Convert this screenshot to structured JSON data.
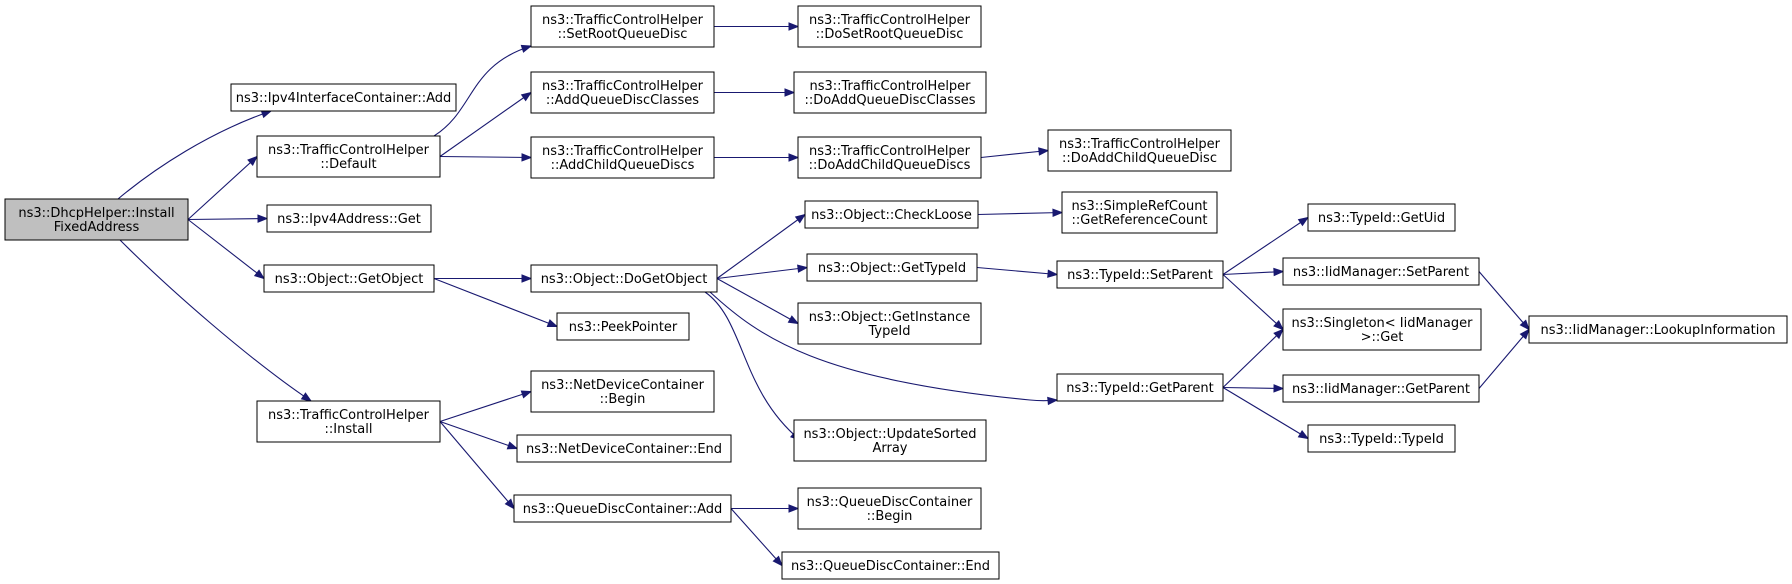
{
  "nodes": [
    {
      "id": "n0",
      "lines": [
        "ns3::DhcpHelper::Install",
        "FixedAddress"
      ],
      "root": true
    },
    {
      "id": "n1",
      "lines": [
        "ns3::Ipv4InterfaceContainer::Add"
      ]
    },
    {
      "id": "n2",
      "lines": [
        "ns3::TrafficControlHelper",
        "::Default"
      ]
    },
    {
      "id": "n3",
      "lines": [
        "ns3::Ipv4Address::Get"
      ]
    },
    {
      "id": "n4",
      "lines": [
        "ns3::Object::GetObject"
      ]
    },
    {
      "id": "n5",
      "lines": [
        "ns3::TrafficControlHelper",
        "::Install"
      ]
    },
    {
      "id": "n6",
      "lines": [
        "ns3::TrafficControlHelper",
        "::SetRootQueueDisc"
      ]
    },
    {
      "id": "n7",
      "lines": [
        "ns3::TrafficControlHelper",
        "::AddQueueDiscClasses"
      ]
    },
    {
      "id": "n8",
      "lines": [
        "ns3::TrafficControlHelper",
        "::AddChildQueueDiscs"
      ]
    },
    {
      "id": "n9",
      "lines": [
        "ns3::Object::DoGetObject"
      ]
    },
    {
      "id": "n10",
      "lines": [
        "ns3::PeekPointer"
      ]
    },
    {
      "id": "n11",
      "lines": [
        "ns3::NetDeviceContainer",
        "::Begin"
      ]
    },
    {
      "id": "n12",
      "lines": [
        "ns3::NetDeviceContainer::End"
      ]
    },
    {
      "id": "n13",
      "lines": [
        "ns3::QueueDiscContainer::Add"
      ]
    },
    {
      "id": "n14",
      "lines": [
        "ns3::TrafficControlHelper",
        "::DoSetRootQueueDisc"
      ]
    },
    {
      "id": "n15",
      "lines": [
        "ns3::TrafficControlHelper",
        "::DoAddQueueDiscClasses"
      ]
    },
    {
      "id": "n16",
      "lines": [
        "ns3::TrafficControlHelper",
        "::DoAddChildQueueDiscs"
      ]
    },
    {
      "id": "n17",
      "lines": [
        "ns3::Object::CheckLoose"
      ]
    },
    {
      "id": "n18",
      "lines": [
        "ns3::Object::GetTypeId"
      ]
    },
    {
      "id": "n19",
      "lines": [
        "ns3::Object::GetInstance",
        "TypeId"
      ]
    },
    {
      "id": "n20",
      "lines": [
        "ns3::Object::UpdateSorted",
        "Array"
      ]
    },
    {
      "id": "n21",
      "lines": [
        "ns3::QueueDiscContainer",
        "::Begin"
      ]
    },
    {
      "id": "n22",
      "lines": [
        "ns3::QueueDiscContainer::End"
      ]
    },
    {
      "id": "n23",
      "lines": [
        "ns3::TrafficControlHelper",
        "::DoAddChildQueueDisc"
      ]
    },
    {
      "id": "n24",
      "lines": [
        "ns3::SimpleRefCount",
        "::GetReferenceCount"
      ]
    },
    {
      "id": "n25",
      "lines": [
        "ns3::TypeId::SetParent"
      ]
    },
    {
      "id": "n26",
      "lines": [
        "ns3::TypeId::GetParent"
      ]
    },
    {
      "id": "n27",
      "lines": [
        "ns3::TypeId::GetUid"
      ]
    },
    {
      "id": "n28",
      "lines": [
        "ns3::IidManager::SetParent"
      ]
    },
    {
      "id": "n29",
      "lines": [
        "ns3::Singleton< IidManager",
        " >::Get"
      ]
    },
    {
      "id": "n30",
      "lines": [
        "ns3::IidManager::GetParent"
      ]
    },
    {
      "id": "n31",
      "lines": [
        "ns3::TypeId::TypeId"
      ]
    },
    {
      "id": "n32",
      "lines": [
        "ns3::IidManager::LookupInformation"
      ]
    }
  ],
  "edges": [
    [
      "n0",
      "n1"
    ],
    [
      "n0",
      "n2"
    ],
    [
      "n0",
      "n3"
    ],
    [
      "n0",
      "n4"
    ],
    [
      "n0",
      "n5"
    ],
    [
      "n2",
      "n6"
    ],
    [
      "n2",
      "n7"
    ],
    [
      "n2",
      "n8"
    ],
    [
      "n6",
      "n14"
    ],
    [
      "n7",
      "n15"
    ],
    [
      "n8",
      "n16"
    ],
    [
      "n16",
      "n23"
    ],
    [
      "n4",
      "n9"
    ],
    [
      "n4",
      "n10"
    ],
    [
      "n9",
      "n17"
    ],
    [
      "n9",
      "n18"
    ],
    [
      "n9",
      "n19"
    ],
    [
      "n9",
      "n20"
    ],
    [
      "n9",
      "n26"
    ],
    [
      "n17",
      "n24"
    ],
    [
      "n18",
      "n25"
    ],
    [
      "n25",
      "n27"
    ],
    [
      "n25",
      "n28"
    ],
    [
      "n25",
      "n29"
    ],
    [
      "n26",
      "n29"
    ],
    [
      "n26",
      "n30"
    ],
    [
      "n26",
      "n31"
    ],
    [
      "n28",
      "n32"
    ],
    [
      "n30",
      "n32"
    ],
    [
      "n5",
      "n11"
    ],
    [
      "n5",
      "n12"
    ],
    [
      "n5",
      "n13"
    ],
    [
      "n13",
      "n21"
    ],
    [
      "n13",
      "n22"
    ]
  ]
}
